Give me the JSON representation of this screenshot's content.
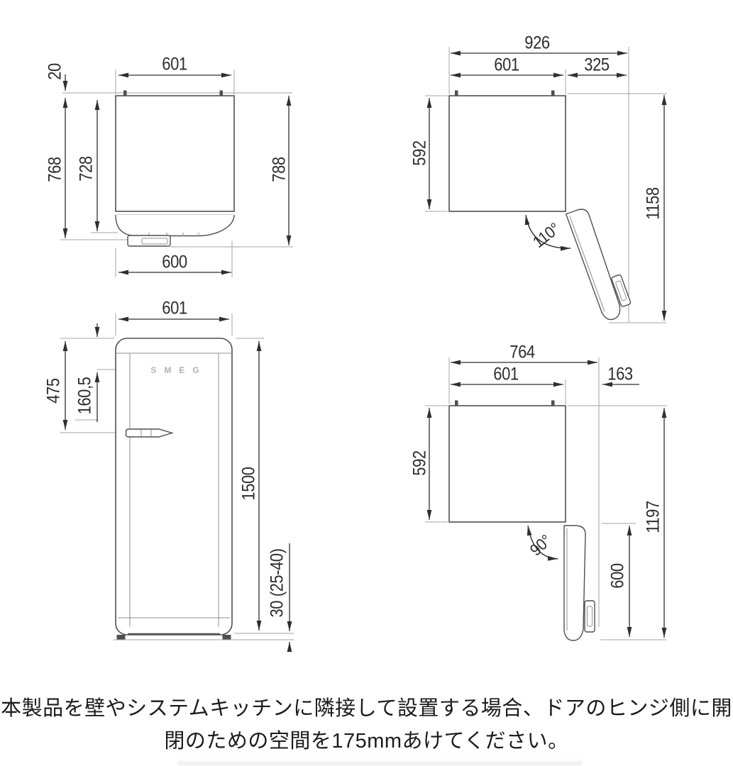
{
  "views": {
    "top_closed": {
      "description": "top view, door closed",
      "dims": {
        "width_top": "601",
        "wall_gap": "20",
        "depth_with_handle": "768",
        "depth_body": "728",
        "depth_total": "788",
        "width_door": "600"
      }
    },
    "top_open_110": {
      "description": "top view, door open 110 degrees",
      "dims": {
        "overall_width": "926",
        "body_width": "601",
        "door_swing": "325",
        "body_depth": "592",
        "overall_depth": "1158",
        "door_angle": "110°"
      }
    },
    "front": {
      "description": "front view",
      "logo": "SMEG",
      "dims": {
        "width": "601",
        "handle_from_top": "475",
        "logo_from_top": "160,5",
        "height": "1500",
        "feet_height": "30 (25-40)"
      }
    },
    "top_open_90": {
      "description": "top view, door open 90 degrees",
      "dims": {
        "overall_width": "764",
        "body_width": "601",
        "door_swing": "163",
        "body_depth": "592",
        "overall_depth": "1197",
        "door_width": "600",
        "door_angle": "90°"
      }
    }
  },
  "note": {
    "line1": "本製品を壁やシステムキッチンに隣接して設置する場合、ドアのヒンジ側に開",
    "line2": "閉のための空間を175mmあけてください。"
  },
  "colors": {
    "dimension_line": "#2f2f2f",
    "outline": "#4f4f4f",
    "extension_line": "#a3a3a3",
    "label_text": "#2d2d2d",
    "logo_gray": "#b2b2b2",
    "background": "#ffffff"
  }
}
